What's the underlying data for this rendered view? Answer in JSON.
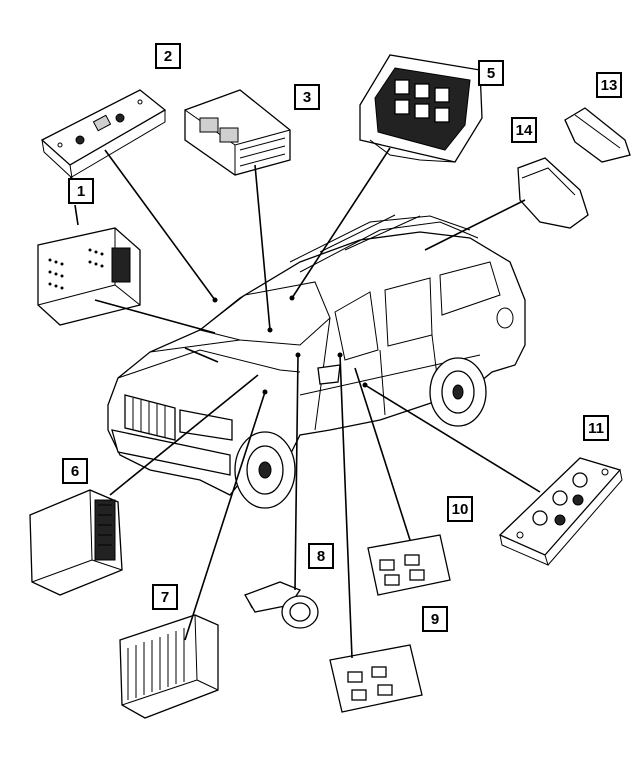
{
  "callouts": [
    {
      "id": "1",
      "label": "1"
    },
    {
      "id": "2",
      "label": "2"
    },
    {
      "id": "3",
      "label": "3"
    },
    {
      "id": "5",
      "label": "5"
    },
    {
      "id": "6",
      "label": "6"
    },
    {
      "id": "7",
      "label": "7"
    },
    {
      "id": "8",
      "label": "8"
    },
    {
      "id": "9",
      "label": "9"
    },
    {
      "id": "10",
      "label": "10"
    },
    {
      "id": "11",
      "label": "11"
    },
    {
      "id": "13",
      "label": "13"
    },
    {
      "id": "14",
      "label": "14"
    }
  ],
  "colors": {
    "line": "#000000",
    "background": "#ffffff",
    "shade": "#cfcfcf"
  }
}
